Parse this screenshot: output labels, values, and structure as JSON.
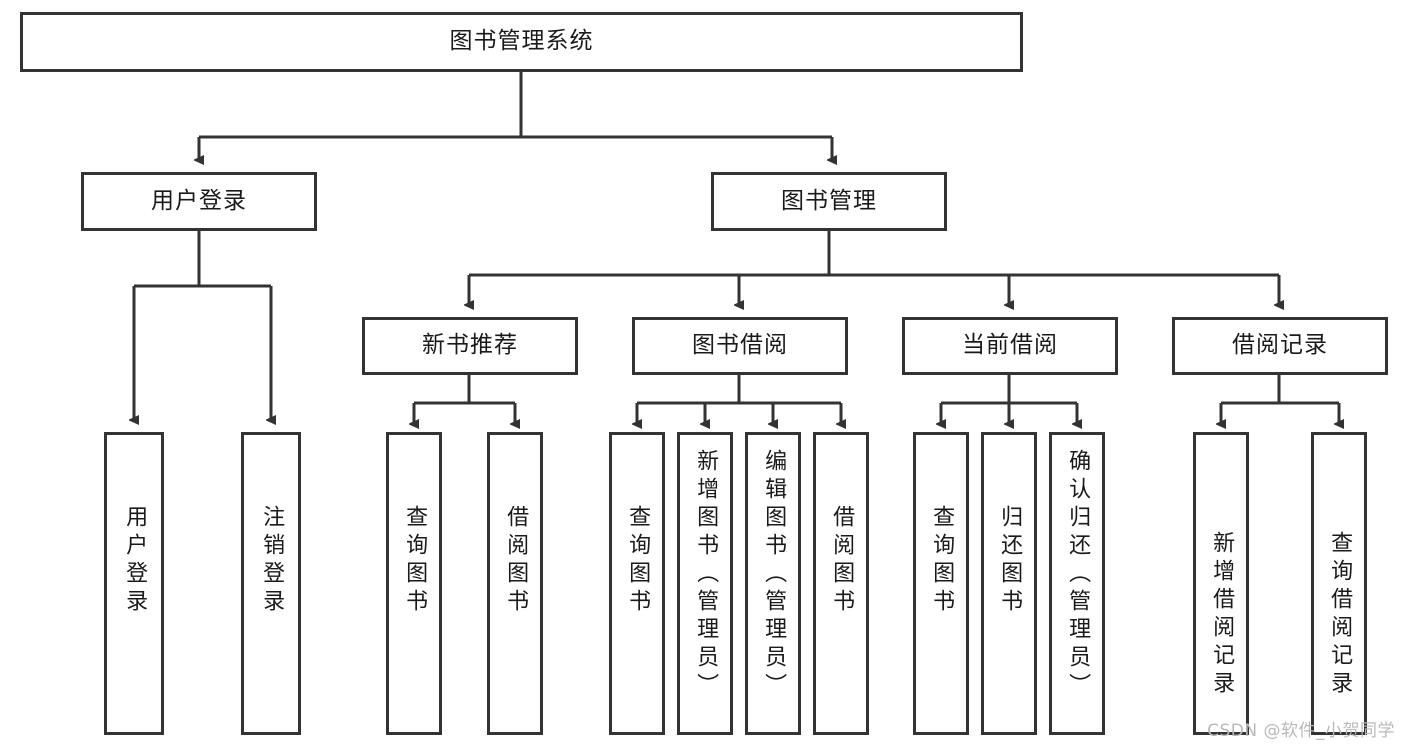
{
  "diagram": {
    "title": "图书管理系统",
    "type": "tree",
    "root": {
      "label": "图书管理系统"
    },
    "level2": [
      {
        "label": "用户登录"
      },
      {
        "label": "图书管理"
      }
    ],
    "level3": [
      {
        "label": "新书推荐"
      },
      {
        "label": "图书借阅"
      },
      {
        "label": "当前借阅"
      },
      {
        "label": "借阅记录"
      }
    ],
    "leaves": {
      "user_login": [
        {
          "label": "用户登录"
        },
        {
          "label": "注销登录"
        }
      ],
      "new_book": [
        {
          "label": "查询图书"
        },
        {
          "label": "借阅图书"
        }
      ],
      "book_borrow": [
        {
          "label": "查询图书"
        },
        {
          "label": "新增图书（管理员）"
        },
        {
          "label": "编辑图书（管理员）"
        },
        {
          "label": "借阅图书"
        }
      ],
      "current_borrow": [
        {
          "label": "查询图书"
        },
        {
          "label": "归还图书"
        },
        {
          "label": "确认归还（管理员）"
        }
      ],
      "borrow_record": [
        {
          "label": "新增借阅记录"
        },
        {
          "label": "查询借阅记录"
        }
      ]
    }
  },
  "watermark": {
    "text": "CSDN @软件_小贺同学"
  },
  "colors": {
    "stroke": "#333333",
    "fill": "#ffffff",
    "text": "#1a1a1a",
    "watermark": "#b9b9b9"
  }
}
